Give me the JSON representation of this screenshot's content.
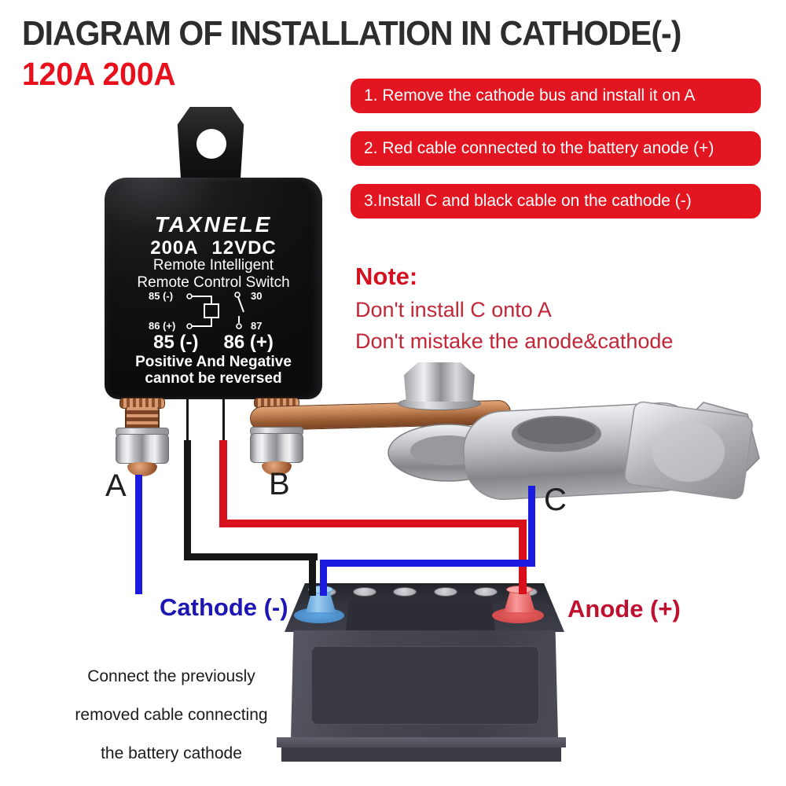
{
  "header": {
    "title": "DIAGRAM OF INSTALLATION IN CATHODE(-)",
    "capacity": "120A 200A"
  },
  "steps": [
    "1. Remove the cathode bus and install it on A",
    "2. Red cable connected to the battery anode (+)",
    "3.Install C and black cable on the cathode (-)"
  ],
  "note": {
    "heading": "Note:",
    "line1": "Don't install C onto A",
    "line2": "Don't mistake the anode&cathode"
  },
  "relay": {
    "brand": "TAXNELE",
    "rating": "200A 12VDC",
    "subtitle1": "Remote Intelligent",
    "subtitle2": "Remote Control Switch",
    "pin85": "85 (-)",
    "pin30": "30",
    "pin86": "86 (+)",
    "pin87": "87",
    "pins_left": "85 (-)",
    "pins_right": "86 (+)",
    "warning1": "Positive And Negative",
    "warning2": "cannot be reversed"
  },
  "terminals": {
    "a": "A",
    "b": "B",
    "c": "C"
  },
  "battery": {
    "cathode": "Cathode (-)",
    "anode": "Anode (+)"
  },
  "footnote": [
    "Connect the previously",
    "removed cable connecting",
    "the battery cathode"
  ],
  "colors": {
    "banner_red": "#e21520",
    "title_dark": "#2d2d2d",
    "accent_red": "#e8101c",
    "note_red": "#c22637",
    "cathode_blue": "#1b16b4",
    "anode_red": "#c01030",
    "wire_blue": "#1a1ae0",
    "wire_red": "#d8101c",
    "wire_black": "#161616",
    "copper": "#c08254",
    "silver": "#d9dadc",
    "battery_body": "#45464f",
    "terminal_blue": "#6db5e8",
    "terminal_red": "#ef6b6b"
  }
}
